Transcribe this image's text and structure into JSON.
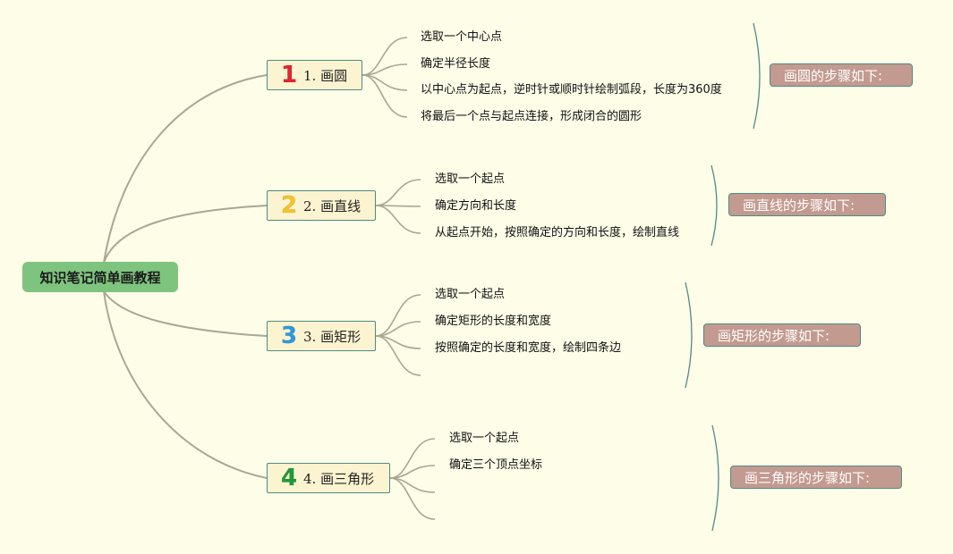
{
  "root": {
    "title": "知识笔记简单画教程"
  },
  "branches": [
    {
      "number": "1",
      "color": "#e0262e",
      "label": "1. 画圆",
      "steps": [
        "选取一个中心点",
        "确定半径长度",
        "以中心点为起点，逆时针或顺时针绘制弧段，长度为360度",
        "将最后一个点与起点连接，形成闭合的圆形"
      ],
      "summary": "画圆的步骤如下:"
    },
    {
      "number": "2",
      "color": "#f3c526",
      "label": "2. 画直线",
      "steps": [
        "选取一个起点",
        "确定方向和长度",
        "从起点开始，按照确定的方向和长度，绘制直线"
      ],
      "summary": "画直线的步骤如下:"
    },
    {
      "number": "3",
      "color": "#2a9ae0",
      "label": "3. 画矩形",
      "steps": [
        "选取一个起点",
        "确定矩形的长度和宽度",
        "按照确定的长度和宽度，绘制四条边",
        ""
      ],
      "summary": "画矩形的步骤如下:"
    },
    {
      "number": "4",
      "color": "#1f9a3a",
      "label": "4. 画三角形",
      "steps": [
        "选取一个起点",
        "确定三个顶点坐标",
        "",
        ""
      ],
      "summary": "画三角形的步骤如下:"
    }
  ],
  "colors": {
    "background": "#fdfde8",
    "root": "#7ec47e",
    "branch_fill": "#fcf3d0",
    "branch_border": "#4e8c84",
    "summary_fill": "#c39a8f",
    "connector": "#a8a890",
    "bracket": "#4e8c84"
  }
}
